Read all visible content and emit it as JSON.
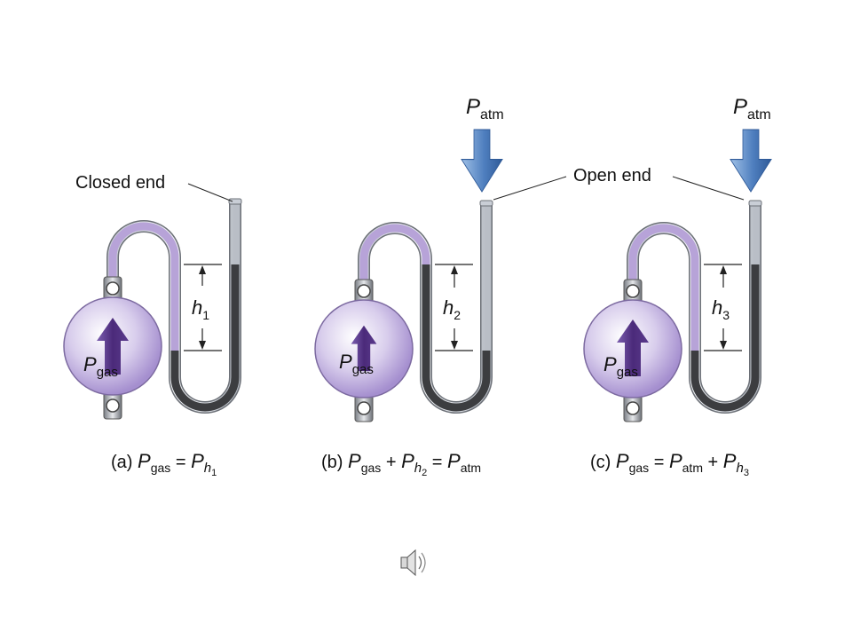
{
  "colors": {
    "tube_glass": "#d9dde3",
    "tube_outline": "#6c7077",
    "gas_purple": "#b7a3d8",
    "gas_purple_dark": "#8a6fc0",
    "mercury": "#3c3d40",
    "arrow_blue": "#4f7fbf",
    "arrow_purple": "#4b2a7a",
    "bulb_light": "#e9e2f4"
  },
  "labels": {
    "closed_end": "Closed end",
    "open_end": "Open end",
    "p_atm_main": "P",
    "p_atm_sub": "atm",
    "p_gas_main": "P",
    "p_gas_sub": "gas",
    "h_main": "h",
    "h1_sub": "1",
    "h2_sub": "2",
    "h3_sub": "3"
  },
  "captions": {
    "a": {
      "prefix": "(a) ",
      "P": "P",
      "gas": "gas",
      "eq": " = ",
      "Ph": "P",
      "h": "h",
      "hsub": "1"
    },
    "b": {
      "prefix": "(b) ",
      "P": "P",
      "gas": "gas",
      "plus": " + ",
      "Ph": "P",
      "h": "h",
      "hsub": "2",
      "eq": " = ",
      "Patm": "P",
      "atm": "atm"
    },
    "c": {
      "prefix": "(c) ",
      "P": "P",
      "gas": "gas",
      "eq": " = ",
      "Patm": "P",
      "atm": "atm",
      "plus": " + ",
      "Ph": "P",
      "h": "h",
      "hsub": "3"
    }
  },
  "icons": {
    "speaker": "speaker-icon"
  }
}
